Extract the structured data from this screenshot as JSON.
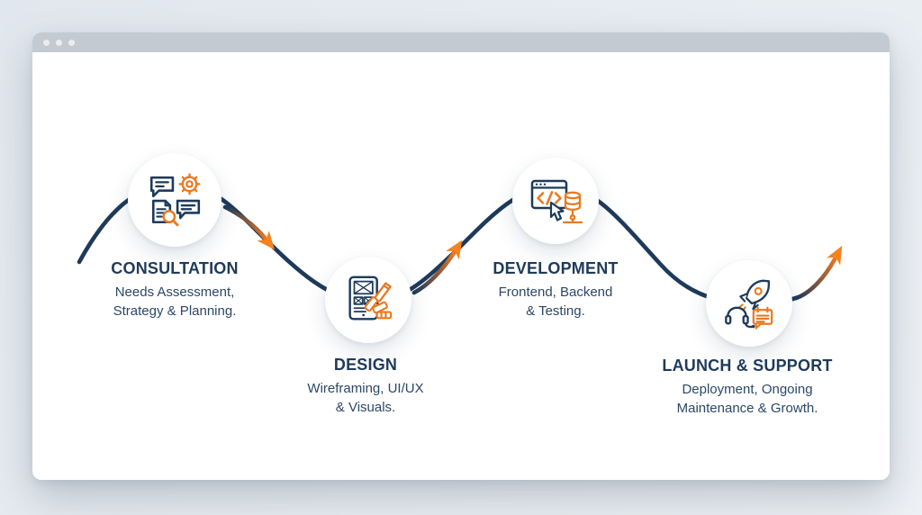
{
  "window": {
    "type": "browser-mockup",
    "dots": 3
  },
  "colors": {
    "navy": "#1e3a5a",
    "orange": "#f2791f",
    "orange_tip": "#f5821e",
    "card": "#ffffff",
    "titlebar": "#c4cad2",
    "background": "#e8edf2"
  },
  "process": {
    "stages": [
      {
        "id": "consultation",
        "title": "CONSULTATION",
        "subtitle": "Needs Assessment,\nStrategy & Planning.",
        "icon": "chat-bubbles-gear-research-icon",
        "position": "top"
      },
      {
        "id": "design",
        "title": "DESIGN",
        "subtitle": "Wireframing, UI/UX\n& Visuals.",
        "icon": "tablet-wireframe-pencil-swatches-icon",
        "position": "bottom"
      },
      {
        "id": "development",
        "title": "DEVELOPMENT",
        "subtitle": "Frontend, Backend\n& Testing.",
        "icon": "browser-code-database-cursor-icon",
        "position": "top"
      },
      {
        "id": "launch-support",
        "title": "LAUNCH & SUPPORT",
        "subtitle": "Deployment, Ongoing\nMaintenance & Growth.",
        "icon": "rocket-headset-chat-icon",
        "position": "bottom"
      }
    ]
  }
}
